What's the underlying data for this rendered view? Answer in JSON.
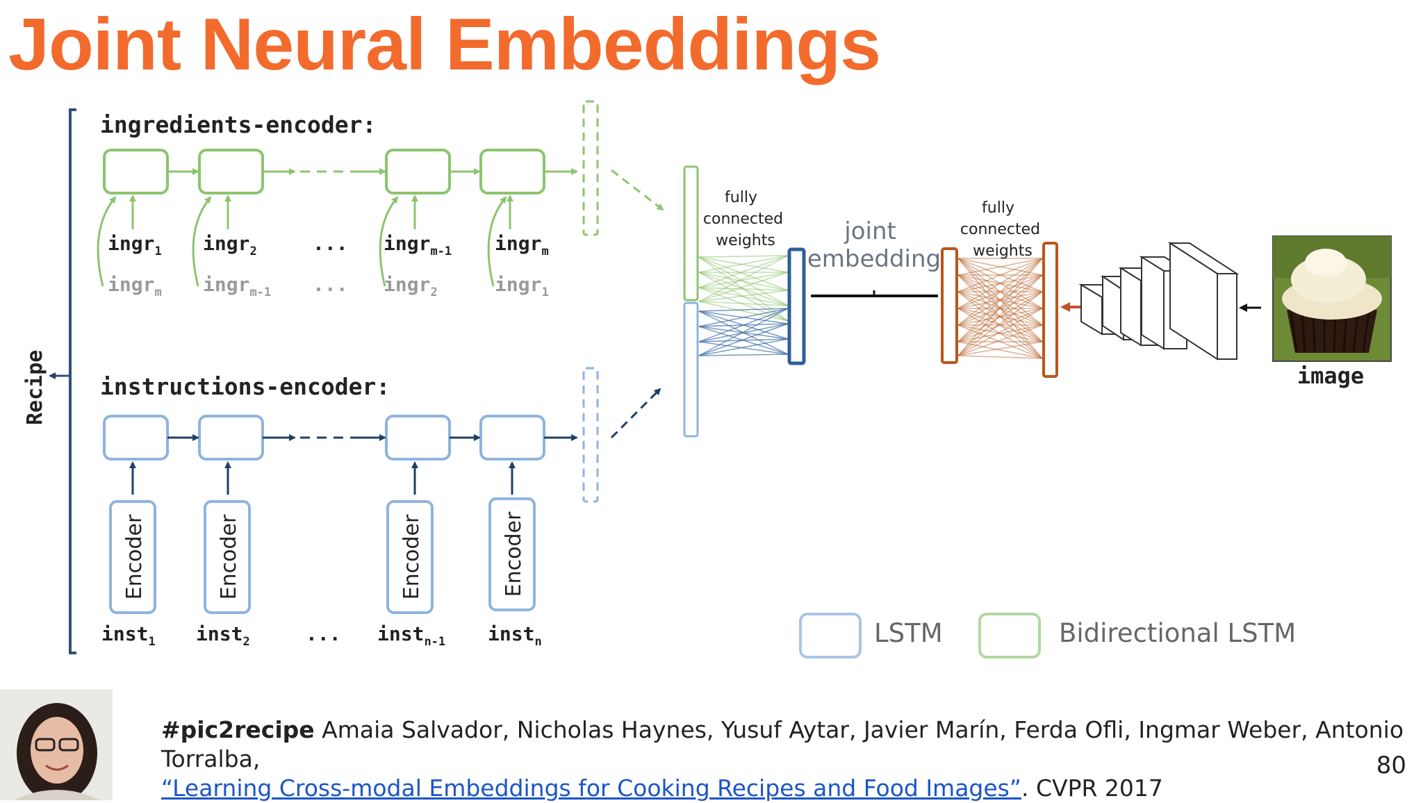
{
  "slide": {
    "title": "Joint Neural Embeddings",
    "page_number": "80"
  },
  "recipe_label": "Recipe",
  "ingredients_encoder": {
    "label": "ingredients-encoder:",
    "inputs_forward": [
      {
        "base": "ingr",
        "sub": "1"
      },
      {
        "base": "ingr",
        "sub": "2"
      },
      {
        "base": "...",
        "sub": ""
      },
      {
        "base": "ingr",
        "sub": "m-1"
      },
      {
        "base": "ingr",
        "sub": "m"
      }
    ],
    "inputs_backward": [
      {
        "base": "ingr",
        "sub": "m"
      },
      {
        "base": "ingr",
        "sub": "m-1"
      },
      {
        "base": "...",
        "sub": ""
      },
      {
        "base": "ingr",
        "sub": "2"
      },
      {
        "base": "ingr",
        "sub": "1"
      }
    ]
  },
  "instructions_encoder": {
    "label": "instructions-encoder:",
    "encoder_label": "Encoder",
    "inputs": [
      {
        "base": "inst",
        "sub": "1"
      },
      {
        "base": "inst",
        "sub": "2"
      },
      {
        "base": "...",
        "sub": ""
      },
      {
        "base": "inst",
        "sub": "n-1"
      },
      {
        "base": "inst",
        "sub": "n"
      }
    ]
  },
  "fc_left_label": [
    "fully",
    "connected",
    "weights"
  ],
  "fc_right_label": [
    "fully",
    "connected",
    "weights"
  ],
  "joint_embedding_label": [
    "joint",
    "embedding"
  ],
  "image_label": "image",
  "legend": [
    {
      "label": "LSTM",
      "color": "#a9c5e6"
    },
    {
      "label": "Bidirectional LSTM",
      "color": "#b3d6a3"
    }
  ],
  "citation": {
    "tag": "#pic2recipe",
    "authors": "Amaia Salvador, Nicholas Haynes, Yusuf Aytar, Javier Marín, Ferda Ofli, Ingmar Weber, Antonio Torralba,",
    "paper_title": "“Learning Cross-modal Embeddings for Cooking Recipes and Food Images”",
    "venue": ". CVPR 2017"
  },
  "colors": {
    "title": "#f26b2d",
    "bilstm": "#8cc46e",
    "lstm": "#8fb3de",
    "dark_blue": "#1f3f66",
    "embedding_blue": "#2e5f98",
    "orange": "#b8561c",
    "link": "#1a55c7"
  }
}
